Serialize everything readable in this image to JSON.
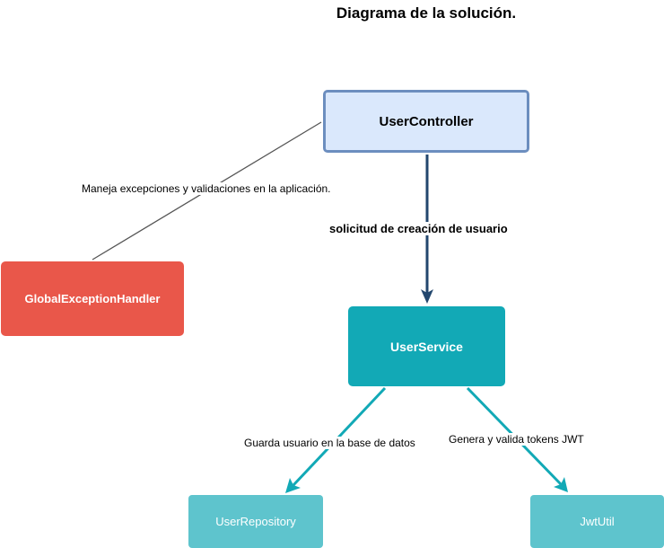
{
  "title": "Diagrama de la solución.",
  "nodes": {
    "controller": "UserController",
    "handler": "GlobalExceptionHandler",
    "service": "UserService",
    "repository": "UserRepository",
    "jwt": "JwtUtil"
  },
  "edges": {
    "controller_handler": "Maneja excepciones y validaciones en la aplicación.",
    "controller_service": "solicitud de creación de usuario",
    "service_repository": "Guarda usuario en la base de datos",
    "service_jwt": "Genera y valida tokens JWT"
  },
  "colors": {
    "controller_fill": "#dae8fc",
    "controller_border": "#6c8ebf",
    "handler_fill": "#e9574a",
    "service_fill": "#12a9b6",
    "leaf_fill": "#5ec4cd",
    "edge_main": "#23476e",
    "edge_teal": "#12a9b6"
  }
}
